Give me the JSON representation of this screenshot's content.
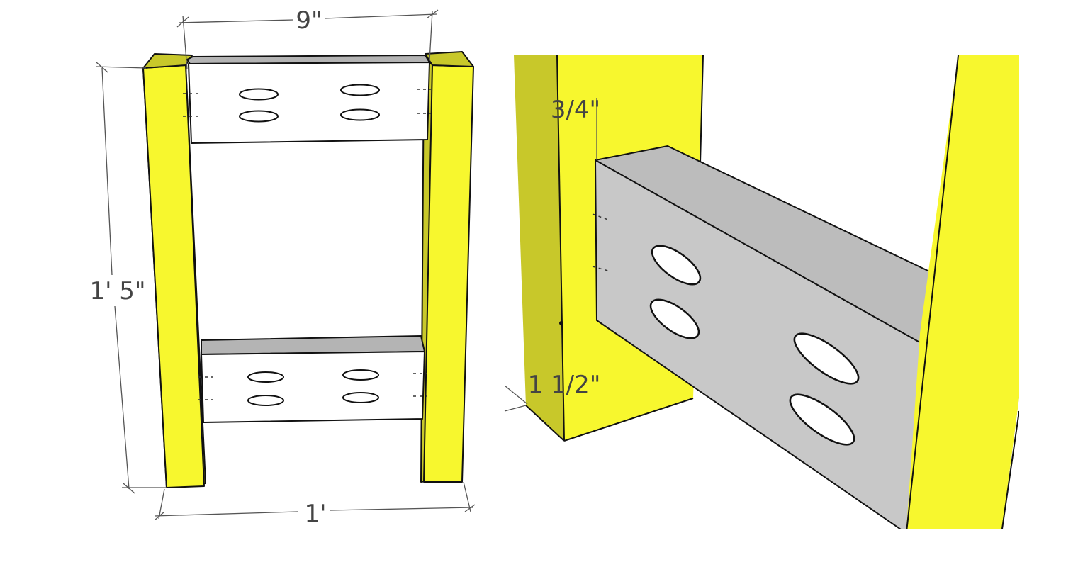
{
  "colors": {
    "leg_front": "#f7f72e",
    "leg_side": "#c8c82a",
    "rail_face": "#ffffff",
    "rail_top": "#b4b4b4",
    "rail_face_detail": "#c8c8c8",
    "rail_top_detail": "#bcbcbc",
    "edge": "#111111",
    "dimension_text": "#444444"
  },
  "left_view": {
    "dim_top": "9\"",
    "dim_left": "1' 5\"",
    "dim_bottom": "1'"
  },
  "right_view": {
    "dim_top": "3/4\"",
    "dim_bottom": "1 1/2\""
  }
}
